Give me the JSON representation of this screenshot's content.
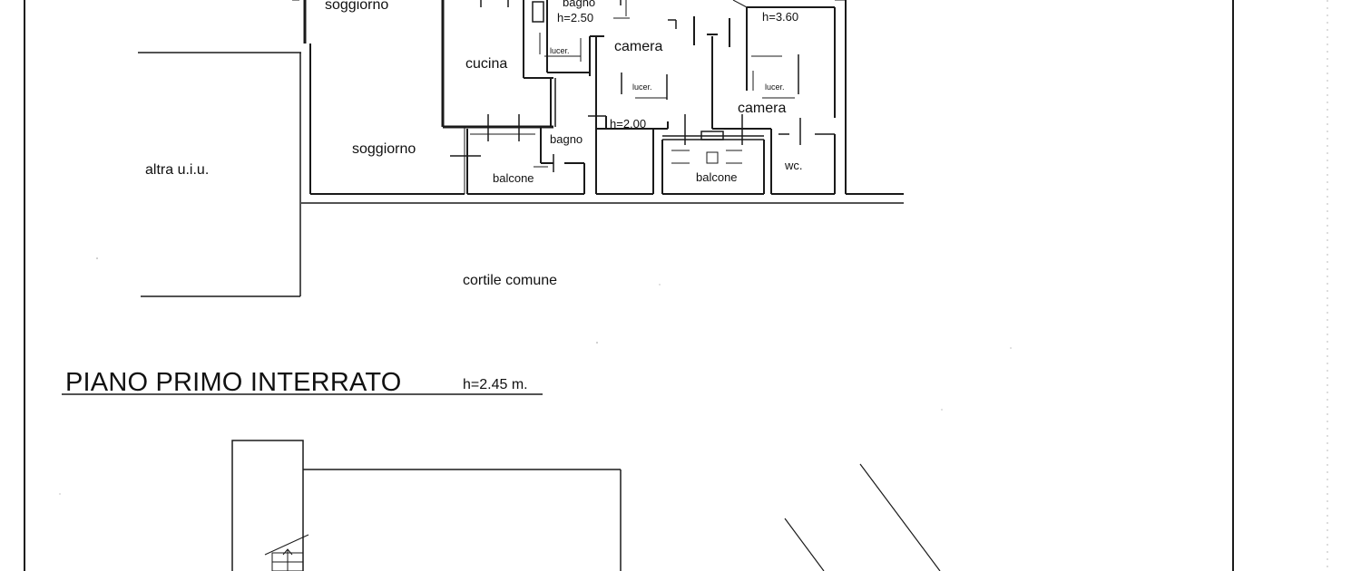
{
  "plan": {
    "rooms": {
      "soggiorno_top": "soggiorno",
      "bagno_top": "bagno",
      "h_bagno_top": "h=2.50",
      "h_camera_right": "h=3.60",
      "lucer_1": "lucer.",
      "camera_1": "camera",
      "cucina": "cucina",
      "lucer_2": "lucer.",
      "lucer_3": "lucer.",
      "camera_2": "camera",
      "h_corridoio": "h=2.00",
      "bagno_2": "bagno",
      "soggiorno_2": "soggiorno",
      "altra_uiu": "altra u.i.u.",
      "balcone_1": "balcone",
      "balcone_2": "balcone",
      "wc": "wc.",
      "cortile": "cortile comune"
    },
    "section": {
      "title": "PIANO PRIMO INTERRATO",
      "height": "h=2.45 m."
    }
  }
}
